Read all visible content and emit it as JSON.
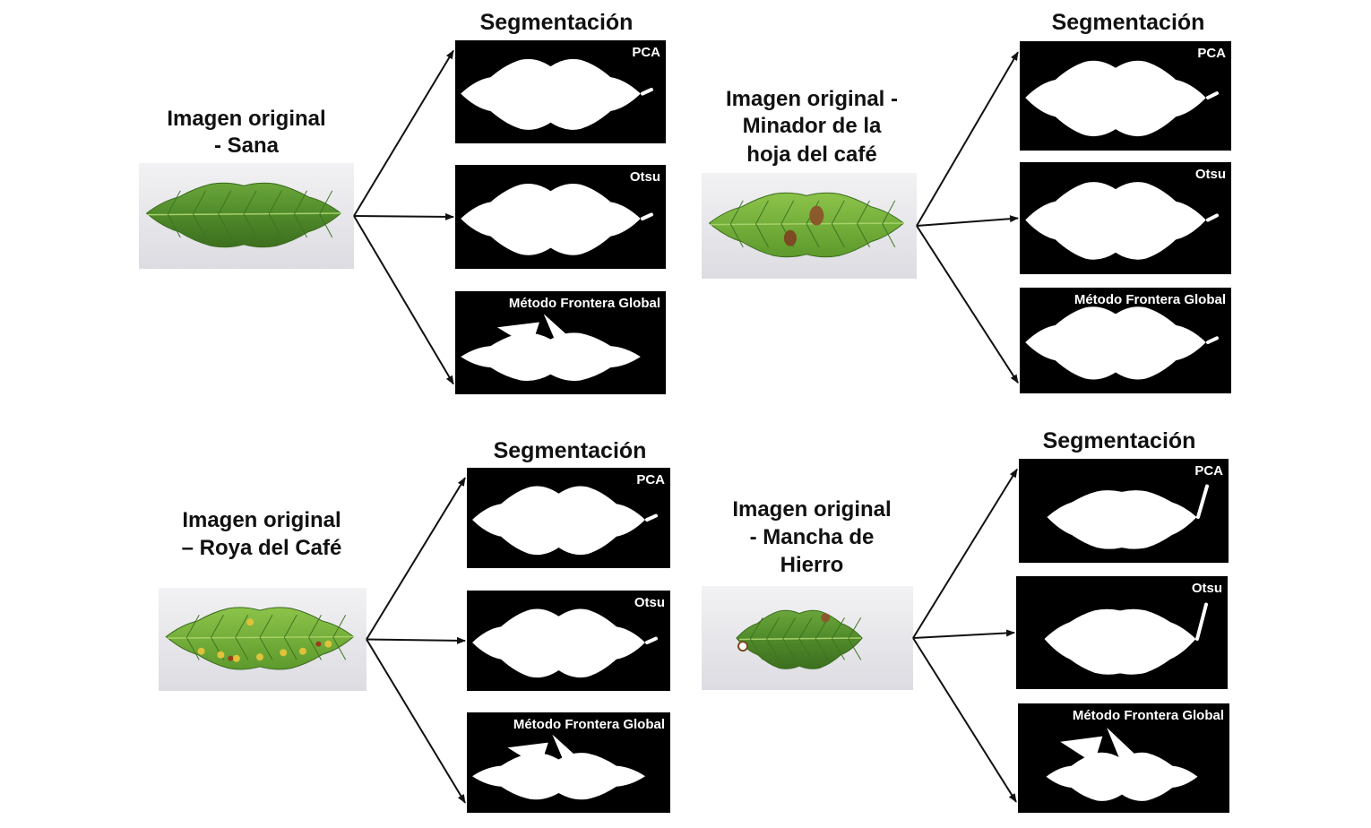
{
  "colors": {
    "panel_background": "#000000",
    "mask": "#ffffff",
    "leaf_healthy": "#4f8a2a",
    "leaf_light": "#7fbf3a",
    "photo_background": "#e9e9ee",
    "arrow": "#111111"
  },
  "quadrants": [
    {
      "id": "sana",
      "original_title_lines": [
        "Imagen original",
        "- Sana"
      ],
      "segmentation_title": "Segmentación",
      "methods": [
        "PCA",
        "Otsu",
        "Método Frontera Global"
      ]
    },
    {
      "id": "minador",
      "original_title_lines": [
        "Imagen original -",
        "Minador de la",
        "hoja del café"
      ],
      "segmentation_title": "Segmentación",
      "methods": [
        "PCA",
        "Otsu",
        "Método Frontera Global"
      ]
    },
    {
      "id": "roya",
      "original_title_lines": [
        "Imagen original",
        "– Roya del Café"
      ],
      "segmentation_title": "Segmentación",
      "methods": [
        "PCA",
        "Otsu",
        "Método Frontera Global"
      ]
    },
    {
      "id": "mancha",
      "original_title_lines": [
        "Imagen original",
        "- Mancha de",
        "Hierro"
      ],
      "segmentation_title": "Segmentación",
      "methods": [
        "PCA",
        "Otsu",
        "Método Frontera Global"
      ]
    }
  ]
}
